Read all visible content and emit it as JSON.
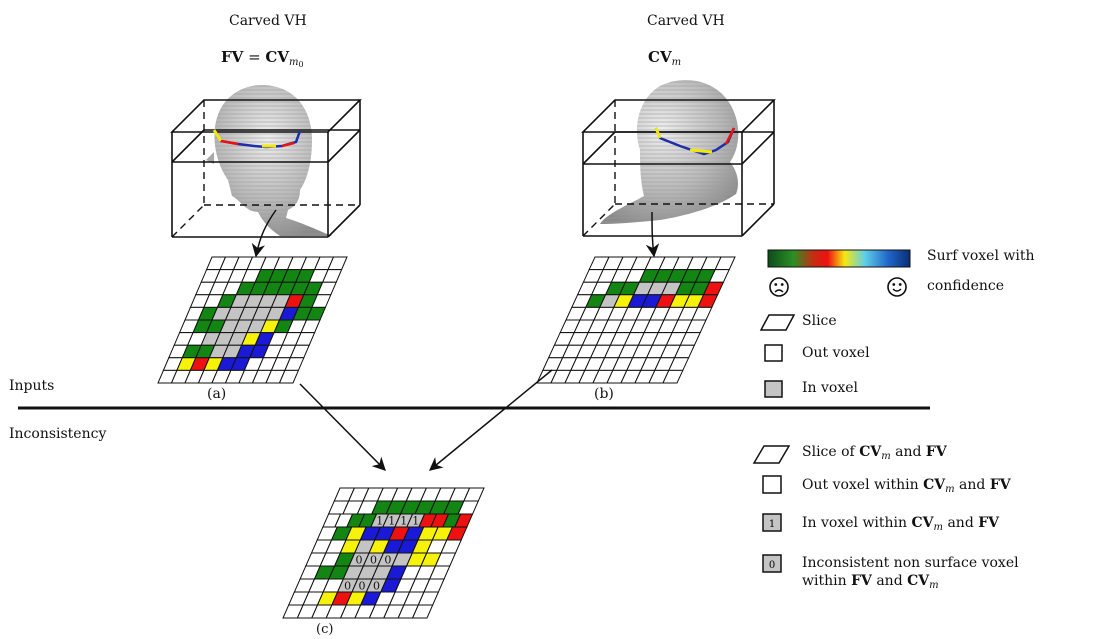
{
  "titles": {
    "left_caption": "Carved VH",
    "left_eq_lhs": "FV",
    "left_eq_rhs": "CV",
    "left_eq_sub": "m",
    "left_eq_subsub": "0",
    "right_caption": "Carved VH",
    "right_label": "CV",
    "right_sub": "m"
  },
  "sections": {
    "inputs": "Inputs",
    "inconsistency": "Inconsistency"
  },
  "panel_labels": {
    "a": "(a)",
    "b": "(b)",
    "c": "(c)"
  },
  "legend_top": {
    "gradient_label": "Surf voxel with",
    "confidence_label": "confidence",
    "slice": "Slice",
    "out_voxel": "Out voxel",
    "in_voxel": "In voxel",
    "sad_icon": "sad-face-icon",
    "happy_icon": "happy-face-icon"
  },
  "legend_bottom": {
    "slice_prefix": "Slice of ",
    "cv": "CV",
    "sub": "m",
    "and": " and ",
    "fv": "FV",
    "out_prefix": "Out voxel within ",
    "in_prefix": "In voxel within ",
    "in_box": "1",
    "inc_line1": "Inconsistent non surface voxel",
    "inc_line2_prefix": "within ",
    "inc_box": "0"
  },
  "grid_cells": {
    "a": "0000000000;0000GGGG00;000GGGGGG0;00GLLLLRG0;0GLLLLLBGG;0GGLLLYG00;00LLLYB000;0GGLLBB000;0YRYBB0000;0000000000",
    "b": "0000000000;0000GGGGG0;00GGLLLGGR;0GLYBBRYYR;0000000000;0000000000;0000000000;0000000000;0000000000;0000000000",
    "c": "0000000000;000GGGGGG0;00GGLLLLRRGR;0GYBBRBYYR;00YLYBBY00;00GLLLLYY0;0GGLLLB000;000LLLB000;00YRYB0000;0000000000"
  },
  "cell_text": {
    "c_row2": [
      "1",
      "1",
      "1",
      "1"
    ],
    "c_row5": [
      "0",
      "0",
      "0"
    ],
    "c_row7": [
      "0",
      "0",
      "0"
    ]
  },
  "colors": {
    "green": "#138513",
    "gray": "#c4c4c4",
    "red": "#ee1111",
    "yellow": "#f7f20a",
    "blue": "#1a1ad6",
    "traj_red": "#ee1111",
    "traj_blue": "#1c2ea8",
    "traj_yellow": "#f2e80a"
  }
}
